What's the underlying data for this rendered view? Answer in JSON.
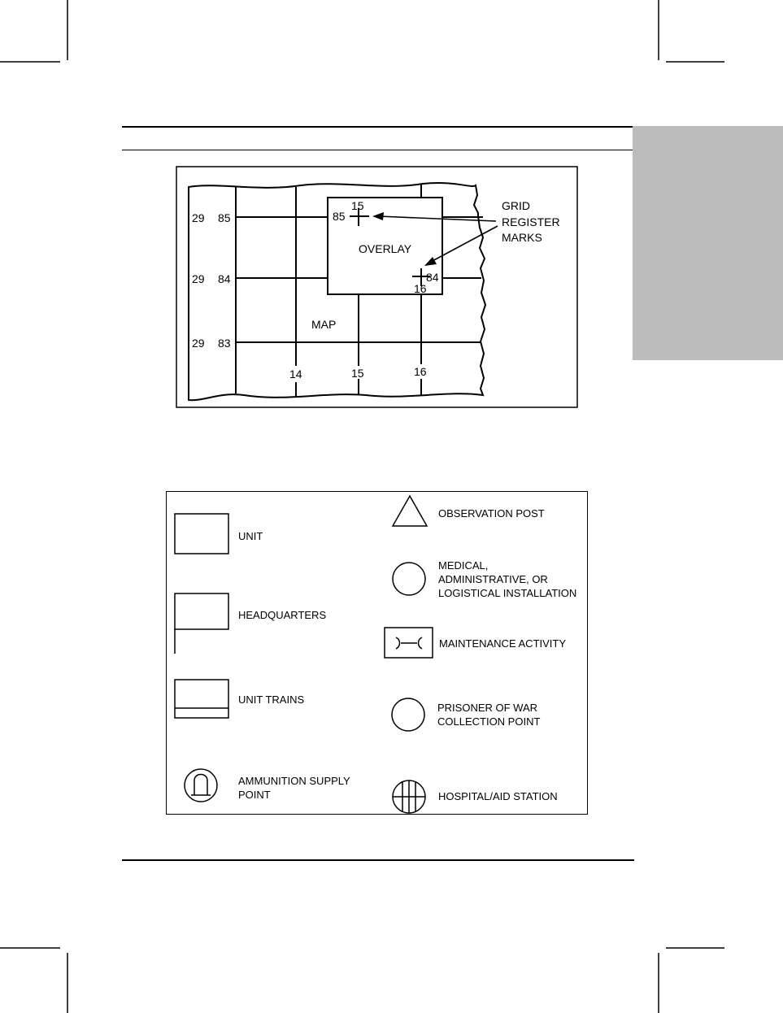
{
  "figure1": {
    "row_labels": [
      {
        "easting": "29",
        "northing": "85"
      },
      {
        "easting": "29",
        "northing": "84"
      },
      {
        "easting": "29",
        "northing": "83"
      }
    ],
    "column_labels": [
      "14",
      "15",
      "16"
    ],
    "overlay": {
      "title": "OVERLAY",
      "top_mark": {
        "column": "15",
        "row": "85"
      },
      "bottom_mark": {
        "column": "16",
        "row": "84"
      }
    },
    "map_label": "MAP",
    "callout": [
      "GRID",
      "REGISTER",
      "MARKS"
    ]
  },
  "figure2": {
    "left": [
      {
        "icon": "unit-icon",
        "label": [
          "UNIT"
        ]
      },
      {
        "icon": "headquarters-icon",
        "label": [
          "HEADQUARTERS"
        ]
      },
      {
        "icon": "unit-trains-icon",
        "label": [
          "UNIT TRAINS"
        ]
      },
      {
        "icon": "ammunition-supply-point-icon",
        "label": [
          "AMMUNITION SUPPLY",
          "POINT"
        ]
      }
    ],
    "right": [
      {
        "icon": "observation-post-icon",
        "label": [
          "OBSERVATION POST"
        ]
      },
      {
        "icon": "medical-installation-icon",
        "label": [
          "MEDICAL,",
          "ADMINISTRATIVE, OR",
          "LOGISTICAL INSTALLATION"
        ]
      },
      {
        "icon": "maintenance-activity-icon",
        "label": [
          "MAINTENANCE ACTIVITY"
        ]
      },
      {
        "icon": "prisoner-of-war-icon",
        "label": [
          "PRISONER OF WAR",
          "COLLECTION POINT"
        ]
      },
      {
        "icon": "hospital-aid-station-icon",
        "label": [
          "HOSPITAL/AID STATION"
        ]
      }
    ]
  }
}
